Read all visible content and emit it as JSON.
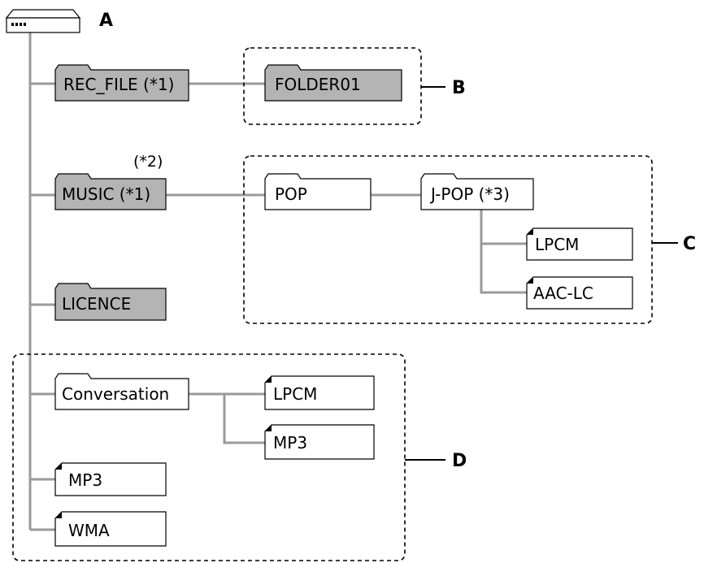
{
  "callouts": {
    "a": "A",
    "b": "B",
    "c": "C",
    "d": "D"
  },
  "folders": {
    "rec_file": "REC_FILE (*1)",
    "folder01": "FOLDER01",
    "music": "MUSIC (*1)",
    "music_note": "(*2)",
    "licence": "LICENCE",
    "pop": "POP",
    "jpop": "J-POP (*3)",
    "conversation": "Conversation"
  },
  "files": {
    "lpcm_c": "LPCM",
    "aaclc_c": "AAC-LC",
    "lpcm_d": "LPCM",
    "mp3_d": "MP3",
    "mp3_root": "MP3",
    "wma_root": "WMA"
  },
  "colors": {
    "grey_folder": "#b4b4b4",
    "connector": "#9a9a9a"
  }
}
